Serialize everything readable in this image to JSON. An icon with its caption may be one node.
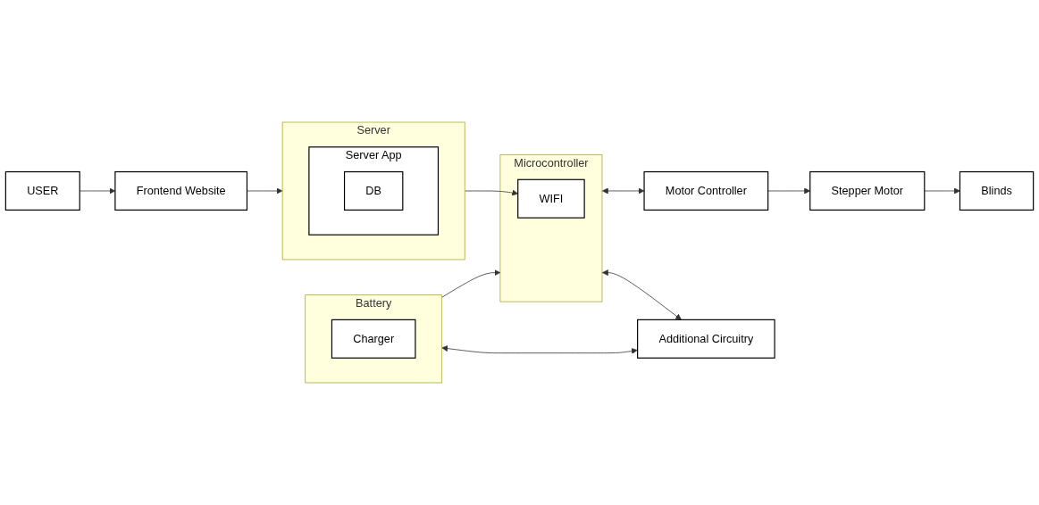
{
  "diagram": {
    "nodes": [
      {
        "text": [
          "USER"
        ]
      },
      {
        "text": [
          "Frontend Website"
        ]
      },
      {
        "text": [
          "Server"
        ]
      },
      {
        "text": [
          "Server App"
        ],
        "in": 2
      },
      {
        "text": [
          "DB"
        ],
        "in": 3
      },
      {
        "text": [
          "Microcontroller"
        ]
      },
      {
        "text": [
          "WIFI"
        ],
        "in": 5
      },
      {
        "text": [
          "Motor Controller"
        ]
      },
      {
        "text": [
          "Stepper Motor"
        ]
      },
      {
        "text": [
          "Blinds"
        ]
      },
      {
        "text": [
          "Additional Circuitry"
        ]
      },
      {
        "text": [
          "Battery"
        ]
      },
      {
        "text": [
          "Charger"
        ],
        "in": 11
      }
    ],
    "edges": [
      {
        "from": 0,
        "to": 1,
        "arrow": "to"
      },
      {
        "from": 1,
        "to": 2,
        "arrow": "to"
      },
      {
        "from": 2,
        "to": 6,
        "arrow": "to"
      },
      {
        "from": 5,
        "to": 7,
        "arrow": "both"
      },
      {
        "from": 7,
        "to": 8,
        "arrow": "to"
      },
      {
        "from": 8,
        "to": 9,
        "arrow": "to"
      },
      {
        "from": 5,
        "to": 10,
        "arrow": "both"
      },
      {
        "from": 10,
        "to": 11,
        "arrow": "both"
      },
      {
        "from": 11,
        "to": 5,
        "arrow": "to"
      }
    ]
  }
}
